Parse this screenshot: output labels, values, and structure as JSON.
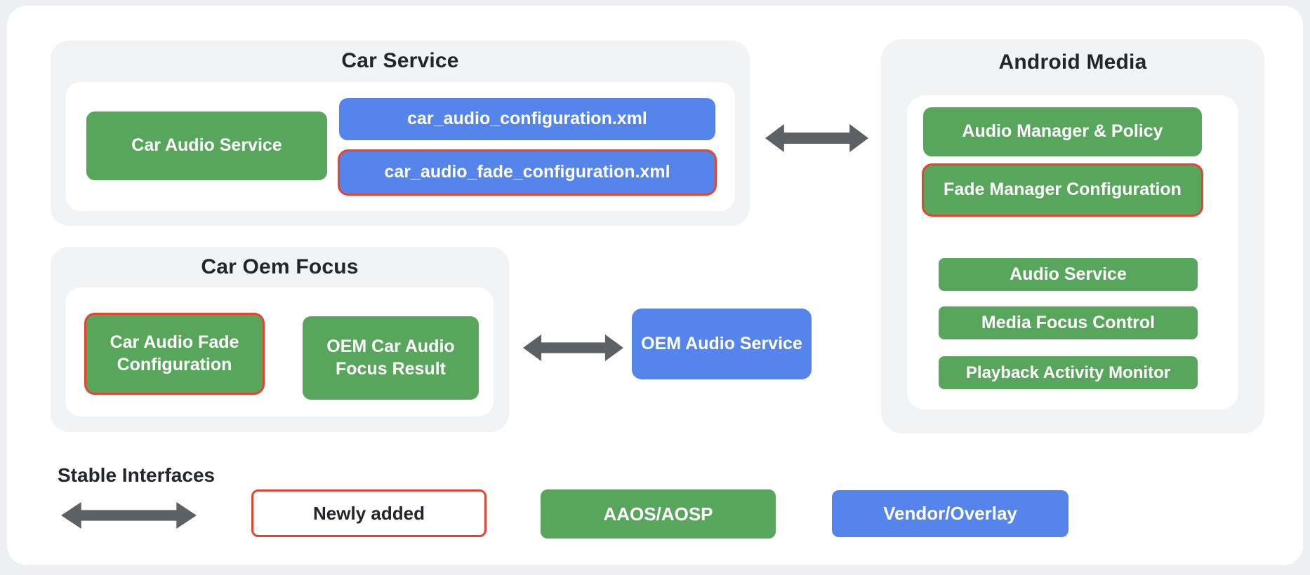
{
  "colors": {
    "aaos_green": "#58a55c",
    "vendor_blue": "#5584ea",
    "newly_added_red": "#e9432f",
    "arrow_gray": "#5c6166",
    "group_background": "#f1f3f4",
    "text_dark": "#222529"
  },
  "groups": {
    "car_service": {
      "title": "Car Service",
      "items": {
        "car_audio_service": "Car Audio Service",
        "config_xml": "car_audio_configuration.xml",
        "fade_config_xml": "car_audio_fade_configuration.xml"
      }
    },
    "car_oem_focus": {
      "title": "Car Oem Focus",
      "items": {
        "car_audio_fade_configuration": "Car Audio Fade Configuration",
        "oem_car_audio_focus_result": "OEM Car Audio Focus Result"
      }
    },
    "android_media": {
      "title": "Android Media",
      "items": {
        "audio_manager_policy": "Audio Manager & Policy",
        "fade_manager_configuration": "Fade Manager Configuration",
        "audio_service": "Audio Service",
        "media_focus_control": "Media Focus Control",
        "playback_activity_monitor": "Playback Activity Monitor"
      }
    }
  },
  "standalone": {
    "oem_audio_service": "OEM Audio Service"
  },
  "legend": {
    "stable_interfaces": "Stable Interfaces",
    "newly_added": "Newly added",
    "aaos_aosp": "AAOS/AOSP",
    "vendor_overlay": "Vendor/Overlay"
  },
  "icons": {
    "double_arrow": "bidirectional-arrow"
  }
}
